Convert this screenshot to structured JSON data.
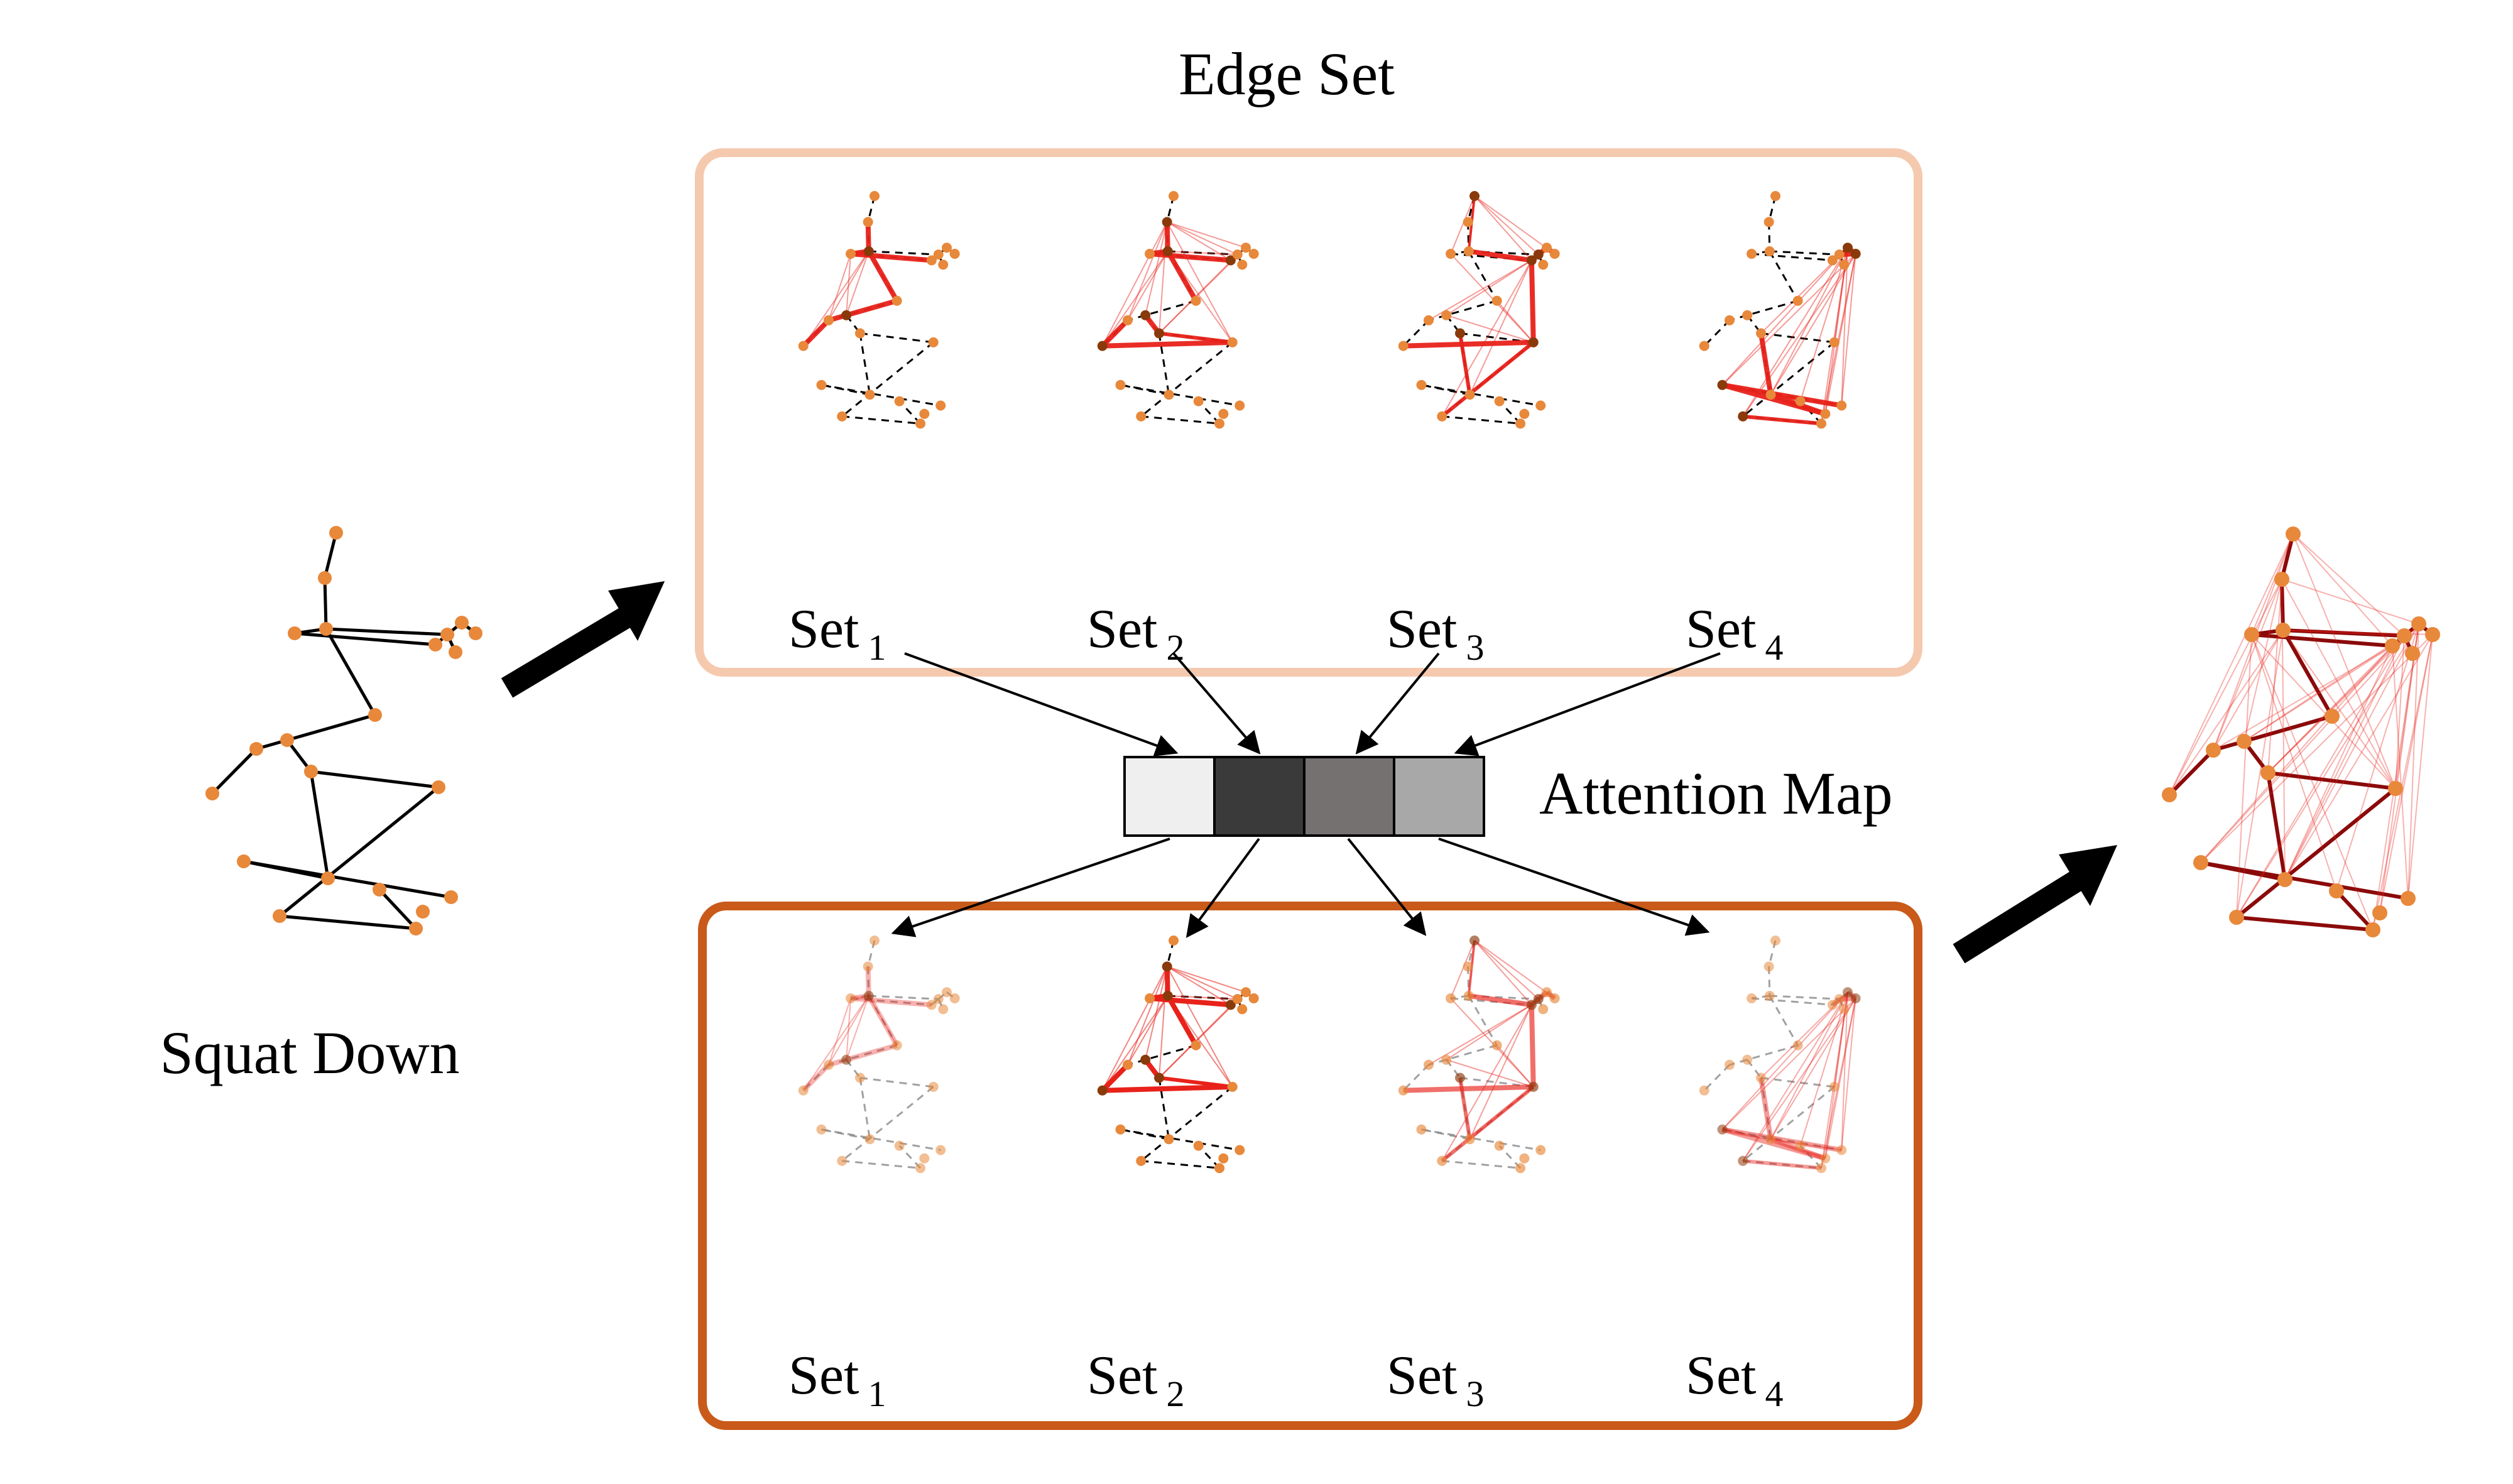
{
  "title": "Edge Set",
  "input_label": "Squat Down",
  "attention_label": "Attention Map",
  "top_sets": [
    {
      "label": "Set",
      "sub": "1"
    },
    {
      "label": "Set",
      "sub": "2"
    },
    {
      "label": "Set",
      "sub": "3"
    },
    {
      "label": "Set",
      "sub": "4"
    }
  ],
  "bottom_sets": [
    {
      "label": "Set",
      "sub": "1"
    },
    {
      "label": "Set",
      "sub": "2"
    },
    {
      "label": "Set",
      "sub": "3"
    },
    {
      "label": "Set",
      "sub": "4"
    }
  ],
  "attention_cells": [
    "#efefef",
    "#3a3a3a",
    "#747170",
    "#a8a8a8"
  ],
  "colors": {
    "top_frame": "#f5c9ae",
    "bottom_frame": "#c95a1a",
    "joint": "#e8883a",
    "joint_dark": "#8a3a0a",
    "edge_red": "#e8221a",
    "edge_dark": "#8b0a0a"
  }
}
